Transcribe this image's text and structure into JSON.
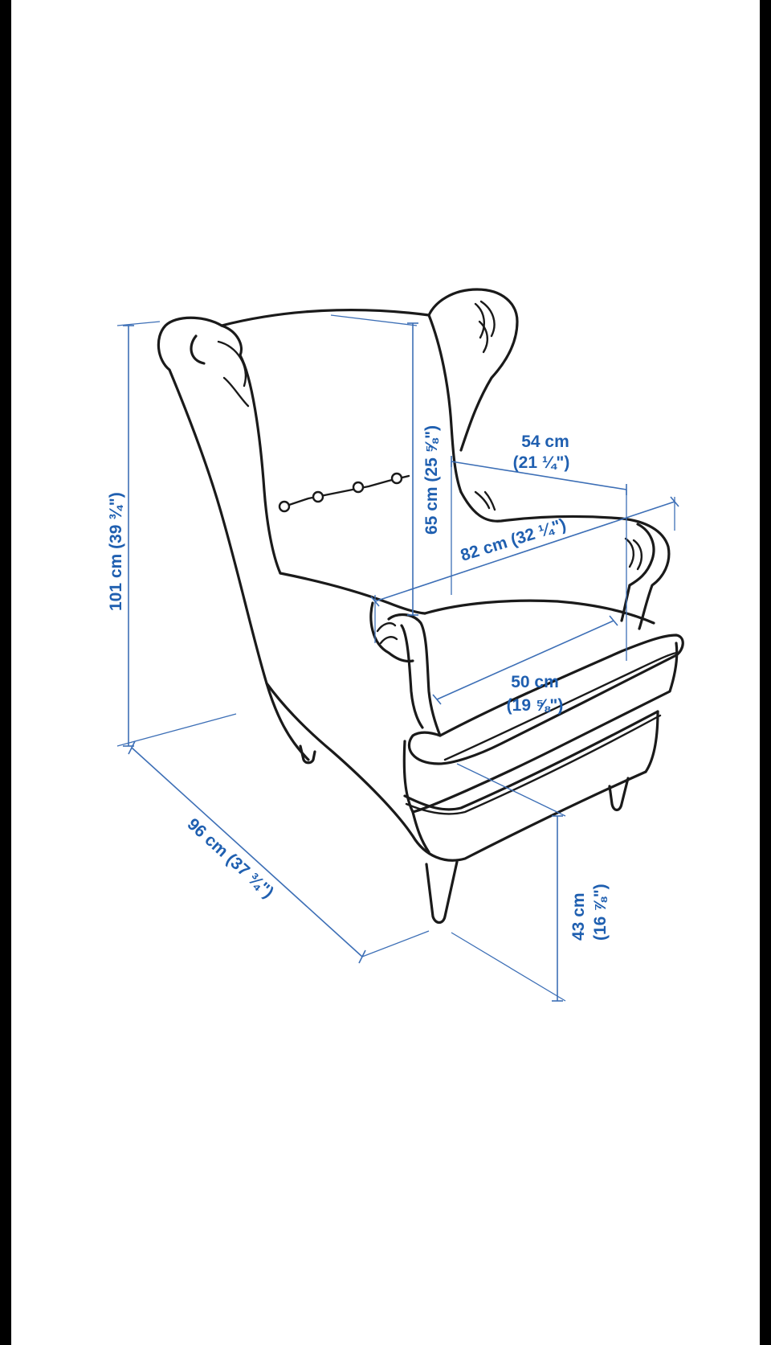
{
  "accent_color": "#1f5fb0",
  "line_color": "#1a1a1a",
  "dimensions": {
    "height": {
      "metric": "101 cm",
      "imperial": "(39 ¾\")"
    },
    "back_height": {
      "metric": "65 cm",
      "imperial": "(25 ⅝\")"
    },
    "seat_depth_inner": {
      "metric": "54 cm",
      "imperial": "(21 ¼\")"
    },
    "width": {
      "metric": "82 cm",
      "imperial": "(32 ¼\")"
    },
    "seat_width": {
      "metric": "50 cm",
      "imperial": "(19 ⅝\")"
    },
    "depth": {
      "metric": "96 cm",
      "imperial": "(37 ¾\")"
    },
    "seat_height": {
      "metric": "43 cm",
      "imperial": "(16 ⅞\")"
    }
  }
}
